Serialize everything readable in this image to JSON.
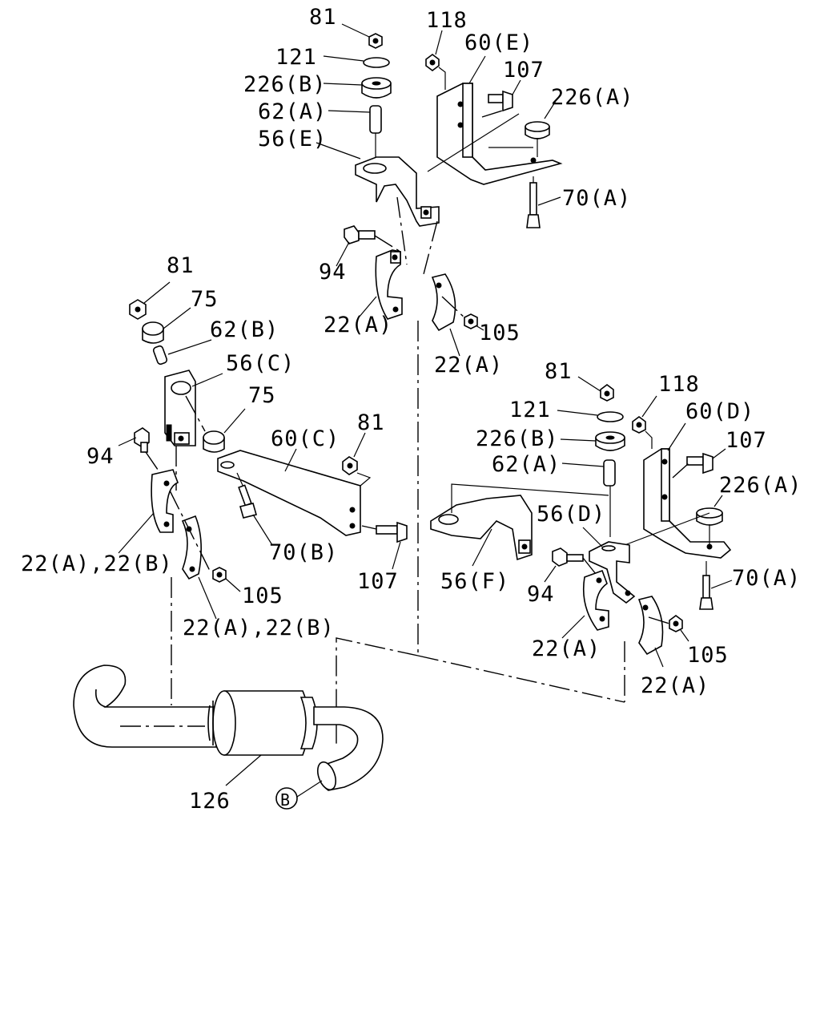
{
  "labels": {
    "l81_top": "81",
    "l121_top": "121",
    "l226b_top": "226(B)",
    "l62a_top": "62(A)",
    "l56e": "56(E)",
    "l118_top": "118",
    "l60e": "60(E)",
    "l107_top": "107",
    "l226a_top": "226(A)",
    "l70a_top": "70(A)",
    "l94_top": "94",
    "l22a_top_left": "22(A)",
    "l105_top": "105",
    "l22a_top_right": "22(A)",
    "l81_left": "81",
    "l75_left": "75",
    "l62b": "62(B)",
    "l56c": "56(C)",
    "l75_mid": "75",
    "l60c": "60(C)",
    "l81_mid": "81",
    "l94_left": "94",
    "l22ab_left": "22(A),22(B)",
    "l70b": "70(B)",
    "l107_mid": "107",
    "l105_left": "105",
    "l22ab_mid": "22(A),22(B)",
    "l81_right": "81",
    "l118_right": "118",
    "l121_right": "121",
    "l60d": "60(D)",
    "l226b_right": "226(B)",
    "l107_right": "107",
    "l62a_right": "62(A)",
    "l226a_right": "226(A)",
    "l56d": "56(D)",
    "l70a_right": "70(A)",
    "l56f": "56(F)",
    "l94_right": "94",
    "l22a_right1": "22(A)",
    "l105_right": "105",
    "l22a_right2": "22(A)",
    "l126": "126",
    "lB": "B"
  }
}
